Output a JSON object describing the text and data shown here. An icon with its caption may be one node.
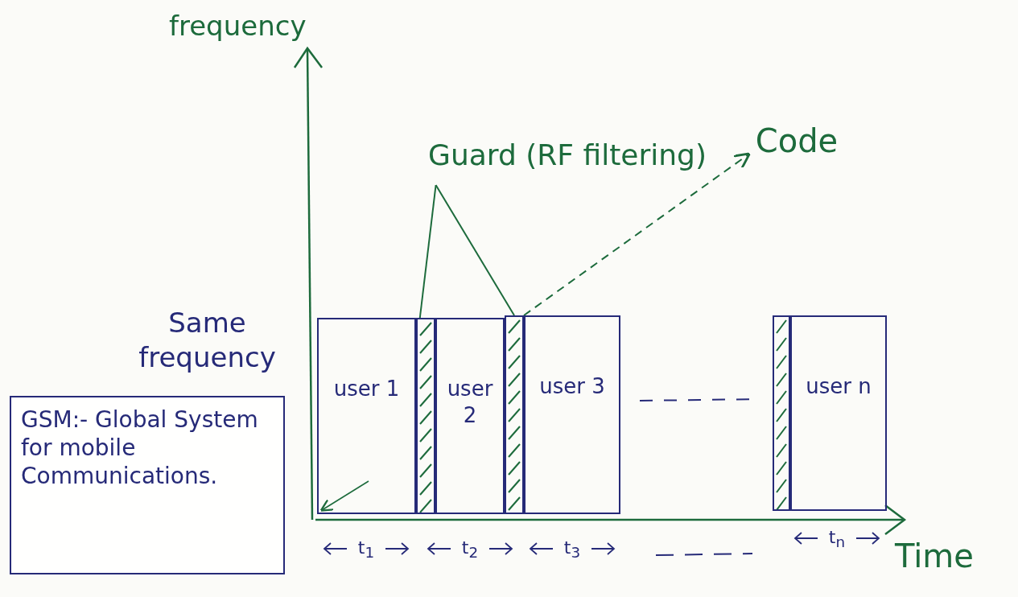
{
  "diagram": {
    "nodes": [
      {
        "text": [
          "user 1"
        ],
        "beside": [
          "t$_{1}$"
        ]
      },
      {
        "text": [],
        "shape": "bar"
      },
      {
        "text": [
          "user 2"
        ],
        "beside": [
          "t$_{2}$"
        ]
      },
      {
        "text": [],
        "shape": "bar"
      },
      {
        "text": [
          "user 3"
        ],
        "beside": [
          "t$_{3}$"
        ]
      },
      {
        "text": [],
        "shape": "bar"
      },
      {
        "text": [
          "user n"
        ],
        "beside": [
          "t$_{n}$"
        ]
      },
      {
        "text": [
          "Guard (RF filtering)"
        ]
      },
      {
        "text": [
          "Code"
        ]
      },
      {
        "text": [
          "Same frequency"
        ]
      },
      {
        "text": [
          "GSM:- Global System for mobile Communications."
        ]
      }
    ],
    "edges": [
      {
        "from": 7,
        "to": 1,
        "arrow": "none"
      },
      {
        "from": 7,
        "to": 3,
        "arrow": "none"
      },
      {
        "from": 3,
        "to": 8,
        "arrow": "to",
        "style": "dashed"
      }
    ],
    "labels": [
      "frequency",
      "Time"
    ]
  }
}
